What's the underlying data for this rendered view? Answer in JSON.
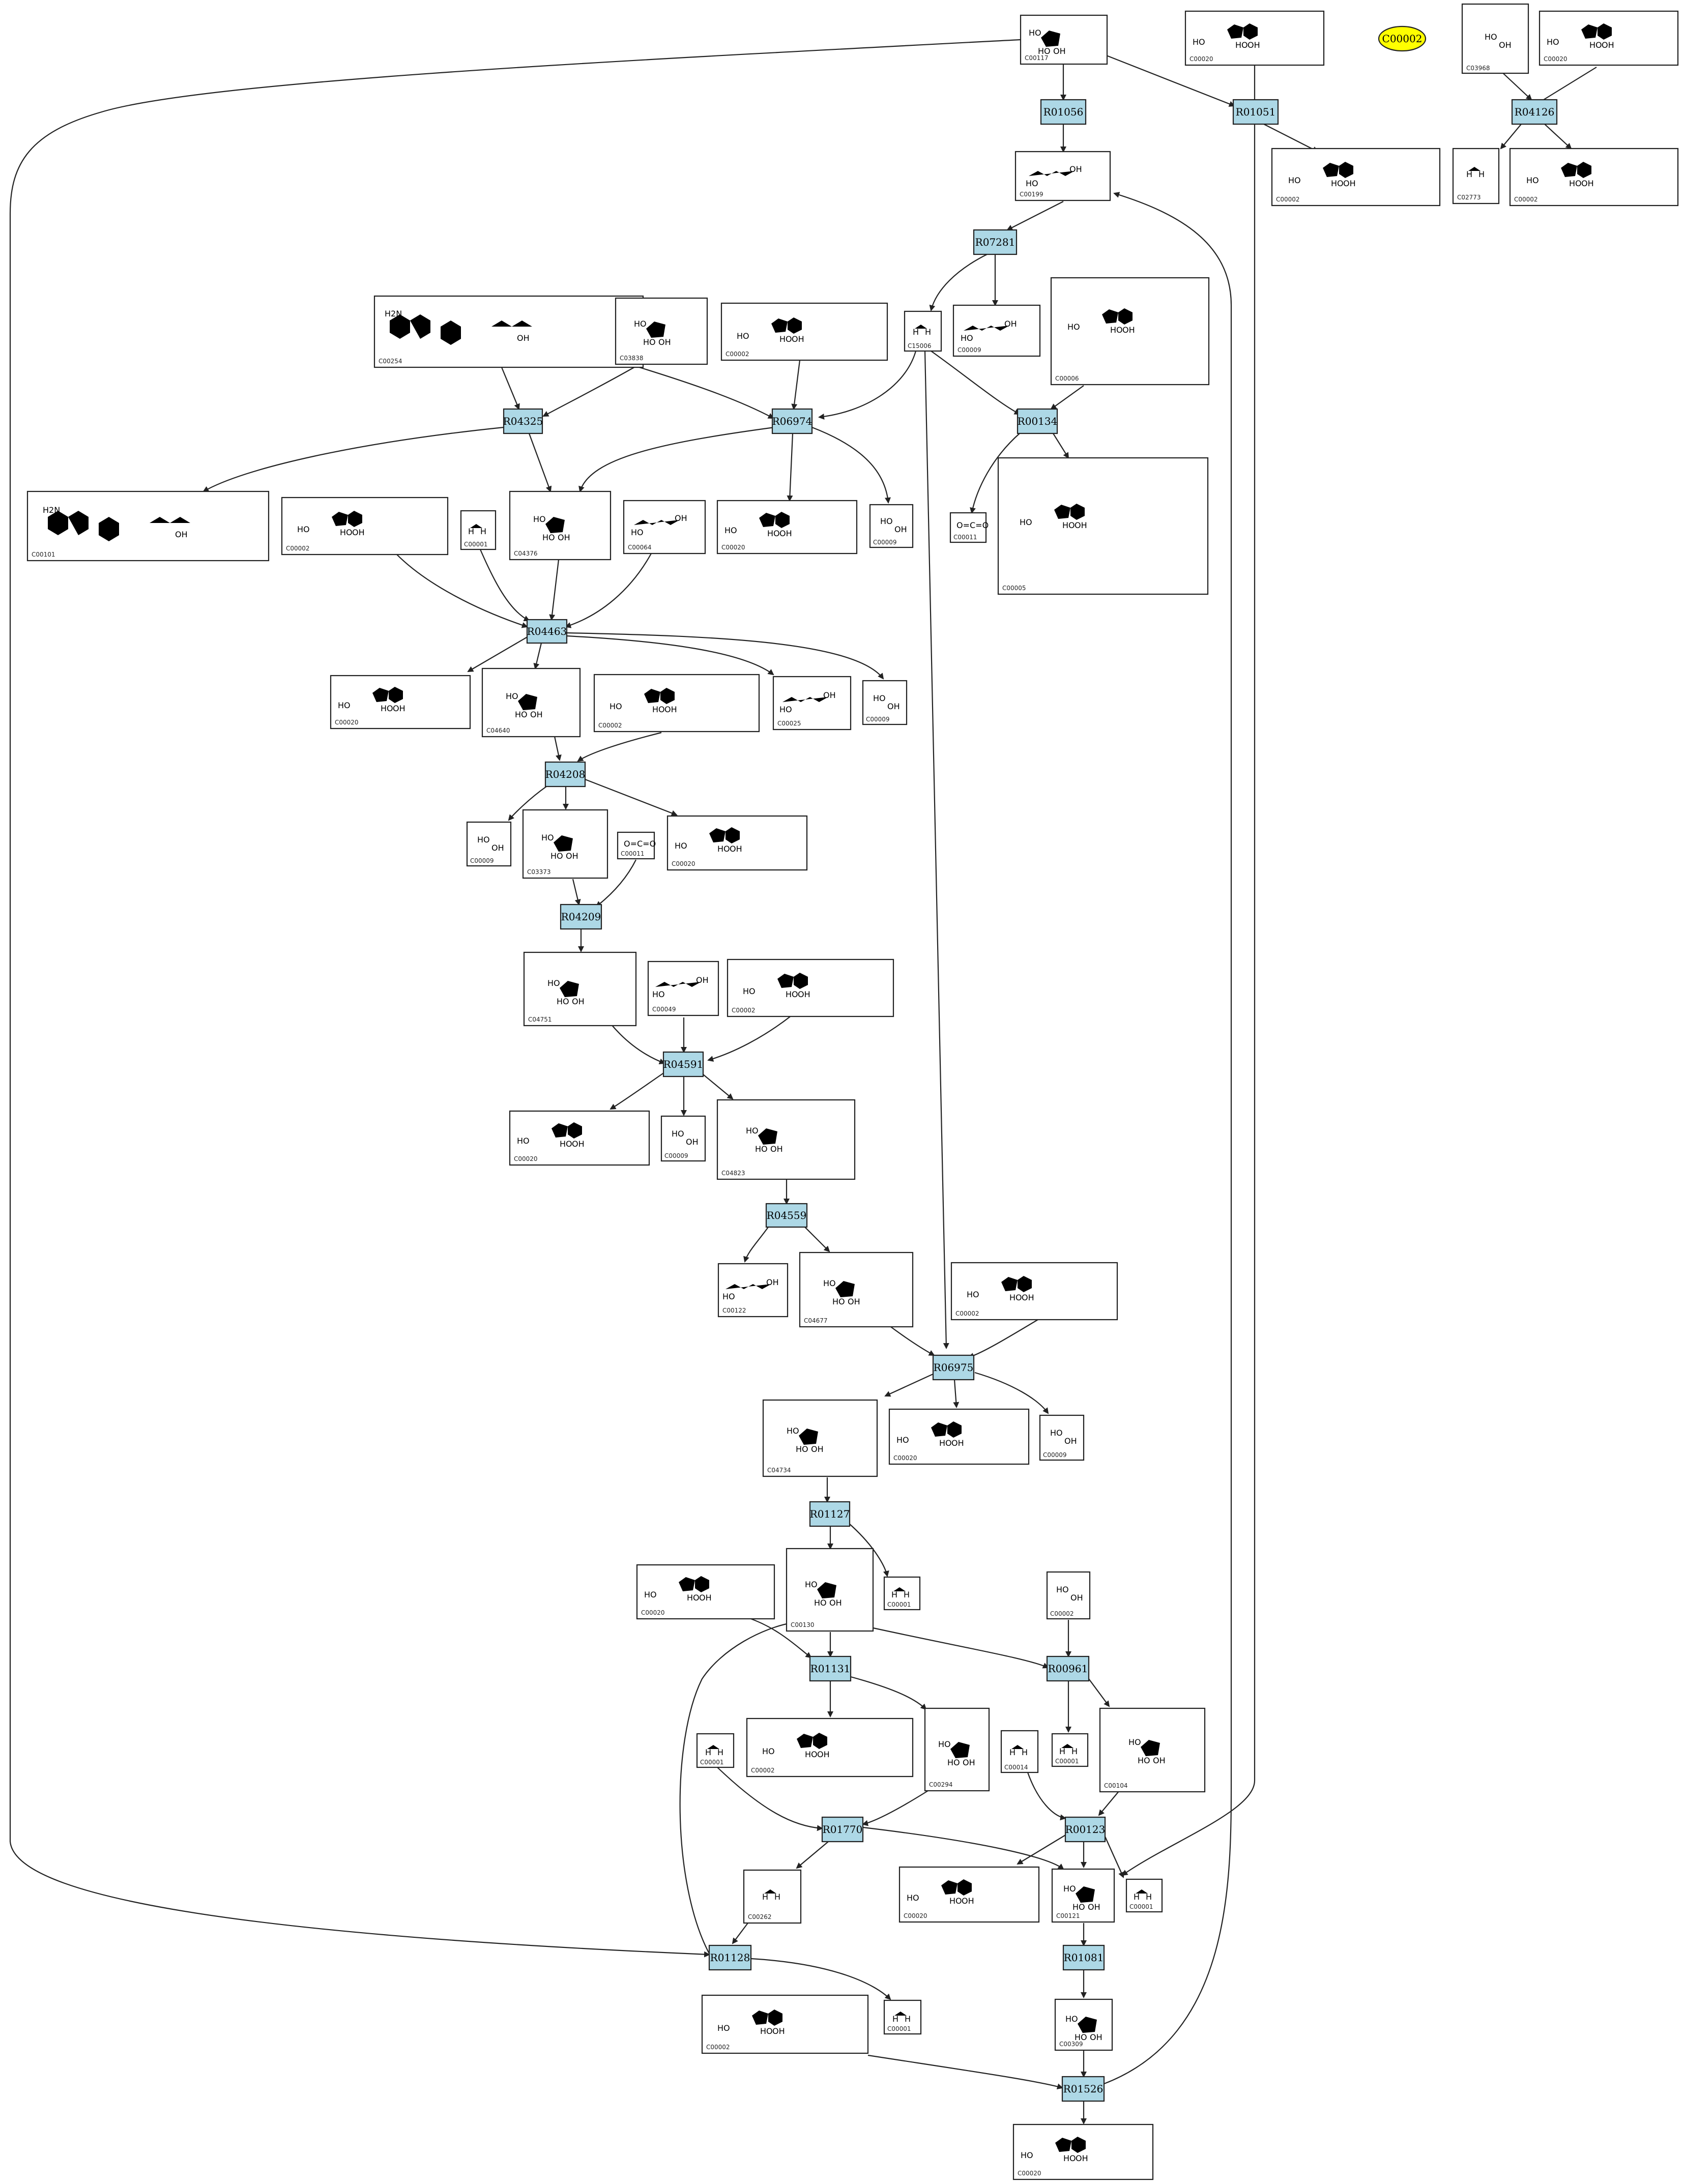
{
  "orphan_label": "C00002",
  "compounds": {
    "c117": "C00117",
    "c20a": "C00020",
    "c3968": "C03968",
    "c20b": "C00020",
    "c199": "C00199",
    "c2a": "C00002",
    "c2773": "C02773",
    "c2b": "C00002",
    "c254": "C00254",
    "c3838": "C03838",
    "c2c": "C00002",
    "c1006": "C15006",
    "c6a": "C00006",
    "c101": "C00101",
    "c2d": "C00002",
    "c1a": "C00001",
    "c4376": "C04376",
    "c64": "C00064",
    "c20c": "C00020",
    "c9a": "C00009",
    "c11a": "C00011",
    "c5": "C00005",
    "c20d": "C00020",
    "c4640": "C04640",
    "c2e": "C00002",
    "c25": "C00025",
    "c9b": "C00009",
    "c9c": "C00009",
    "c3373": "C03373",
    "c11b": "C00011",
    "c20e": "C00020",
    "c4751": "C04751",
    "c49": "C00049",
    "c2f": "C00002",
    "c20f": "C00020",
    "c9d": "C00009",
    "c4823": "C04823",
    "c122": "C00122",
    "c4677": "C04677",
    "c2g": "C00002",
    "c4734": "C04734",
    "c20g": "C00020",
    "c9e": "C00009",
    "c1b": "C00001",
    "c20h": "C00020",
    "c130": "C00130",
    "c9f": "C00009",
    "c2h": "C00002",
    "c294": "C00294",
    "c1c": "C00001",
    "c14": "C00014",
    "c1d": "C00001",
    "c104": "C00104",
    "c262": "C00262",
    "c20i": "C00020",
    "c121": "C00121",
    "c1e": "C00001",
    "c309": "C00309",
    "c2i": "C00002",
    "c1f": "C00001",
    "c20j": "C00020"
  },
  "reactions": {
    "r1056": "R01056",
    "r1051": "R01051",
    "r4126": "R04126",
    "r7281": "R07281",
    "r4325": "R04325",
    "r6974": "R06974",
    "r134": "R00134",
    "r4463": "R04463",
    "r4208": "R04208",
    "r4209": "R04209",
    "r4591": "R04591",
    "r4559": "R04559",
    "r6975": "R06975",
    "r1127": "R01127",
    "r1131": "R01131",
    "r961": "R00961",
    "r1770": "R01770",
    "r123": "R00123",
    "r1128": "R01128",
    "r1081": "R01081",
    "r1526": "R01526"
  }
}
